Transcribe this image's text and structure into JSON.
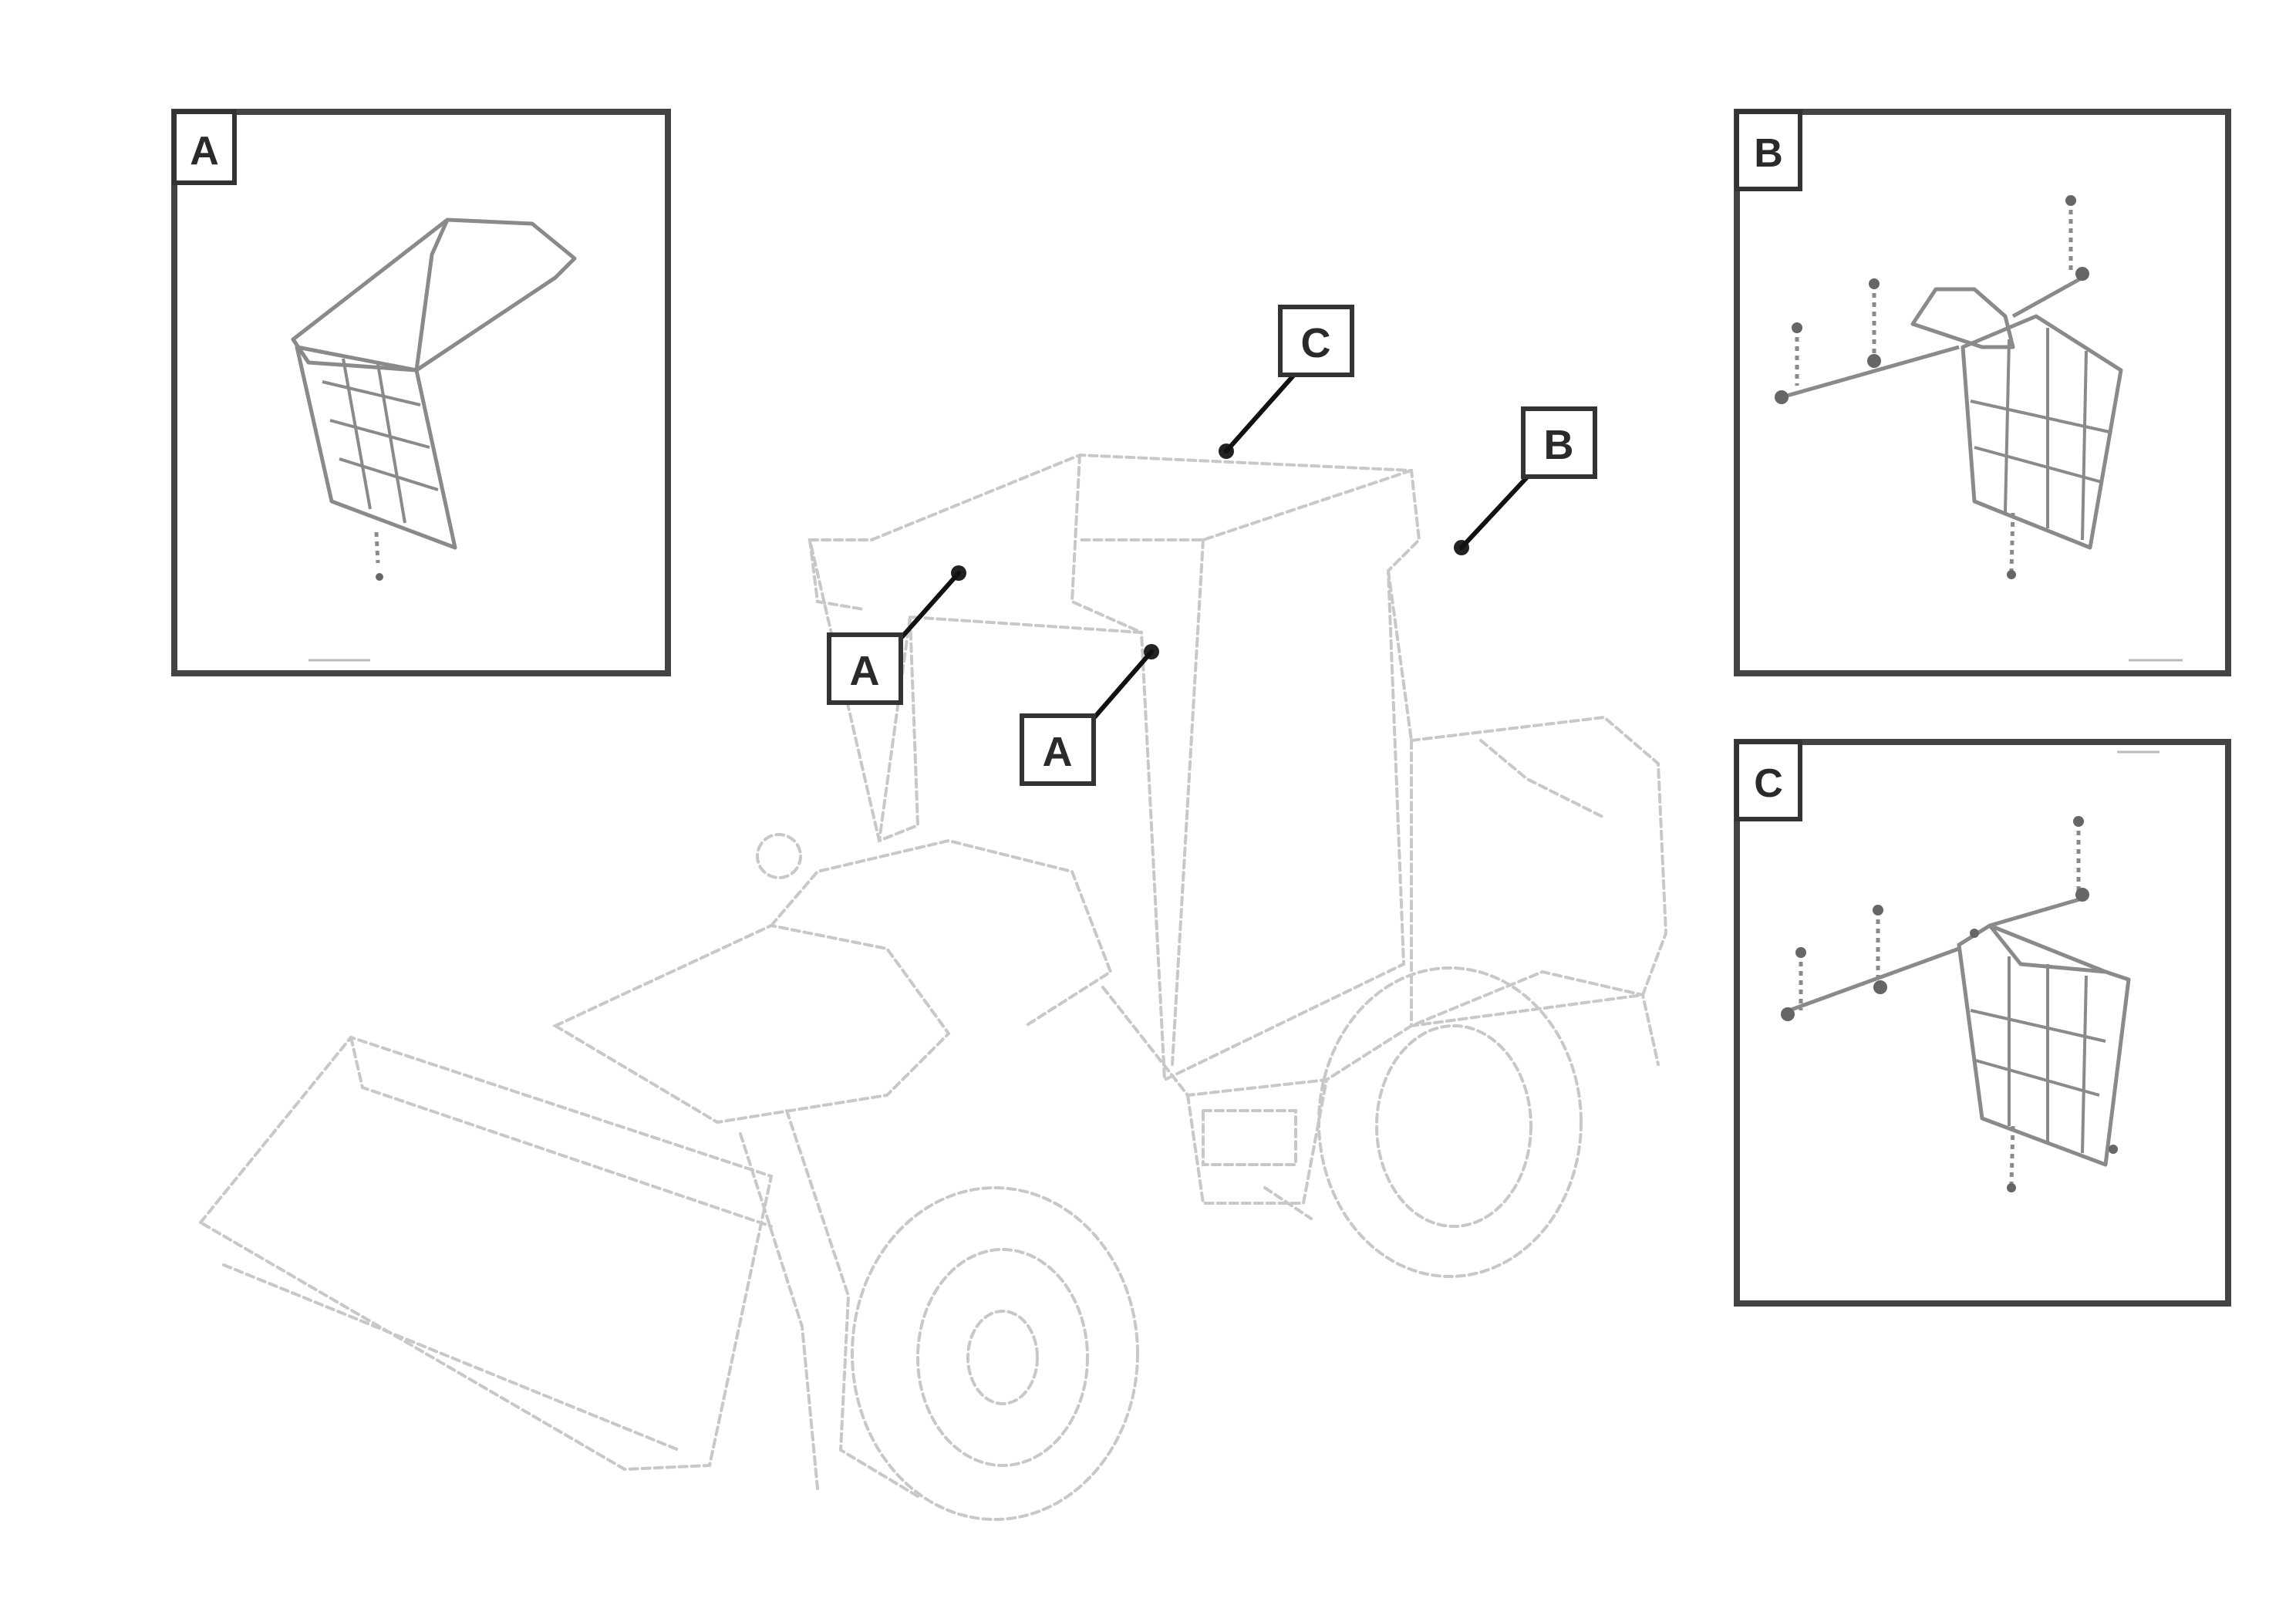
{
  "callouts": {
    "a_upper": "A",
    "a_lower": "A",
    "b": "B",
    "c": "C"
  },
  "details": {
    "a": {
      "tag": "A"
    },
    "b": {
      "tag": "B"
    },
    "c": {
      "tag": "C"
    }
  },
  "footer": {
    "line1": "",
    "line2": "",
    "drawing_number": ""
  },
  "colors": {
    "frame": "#444444",
    "machine_line": "#c8c8c8",
    "detail_line": "#8a8a8a",
    "leader": "#111111"
  }
}
